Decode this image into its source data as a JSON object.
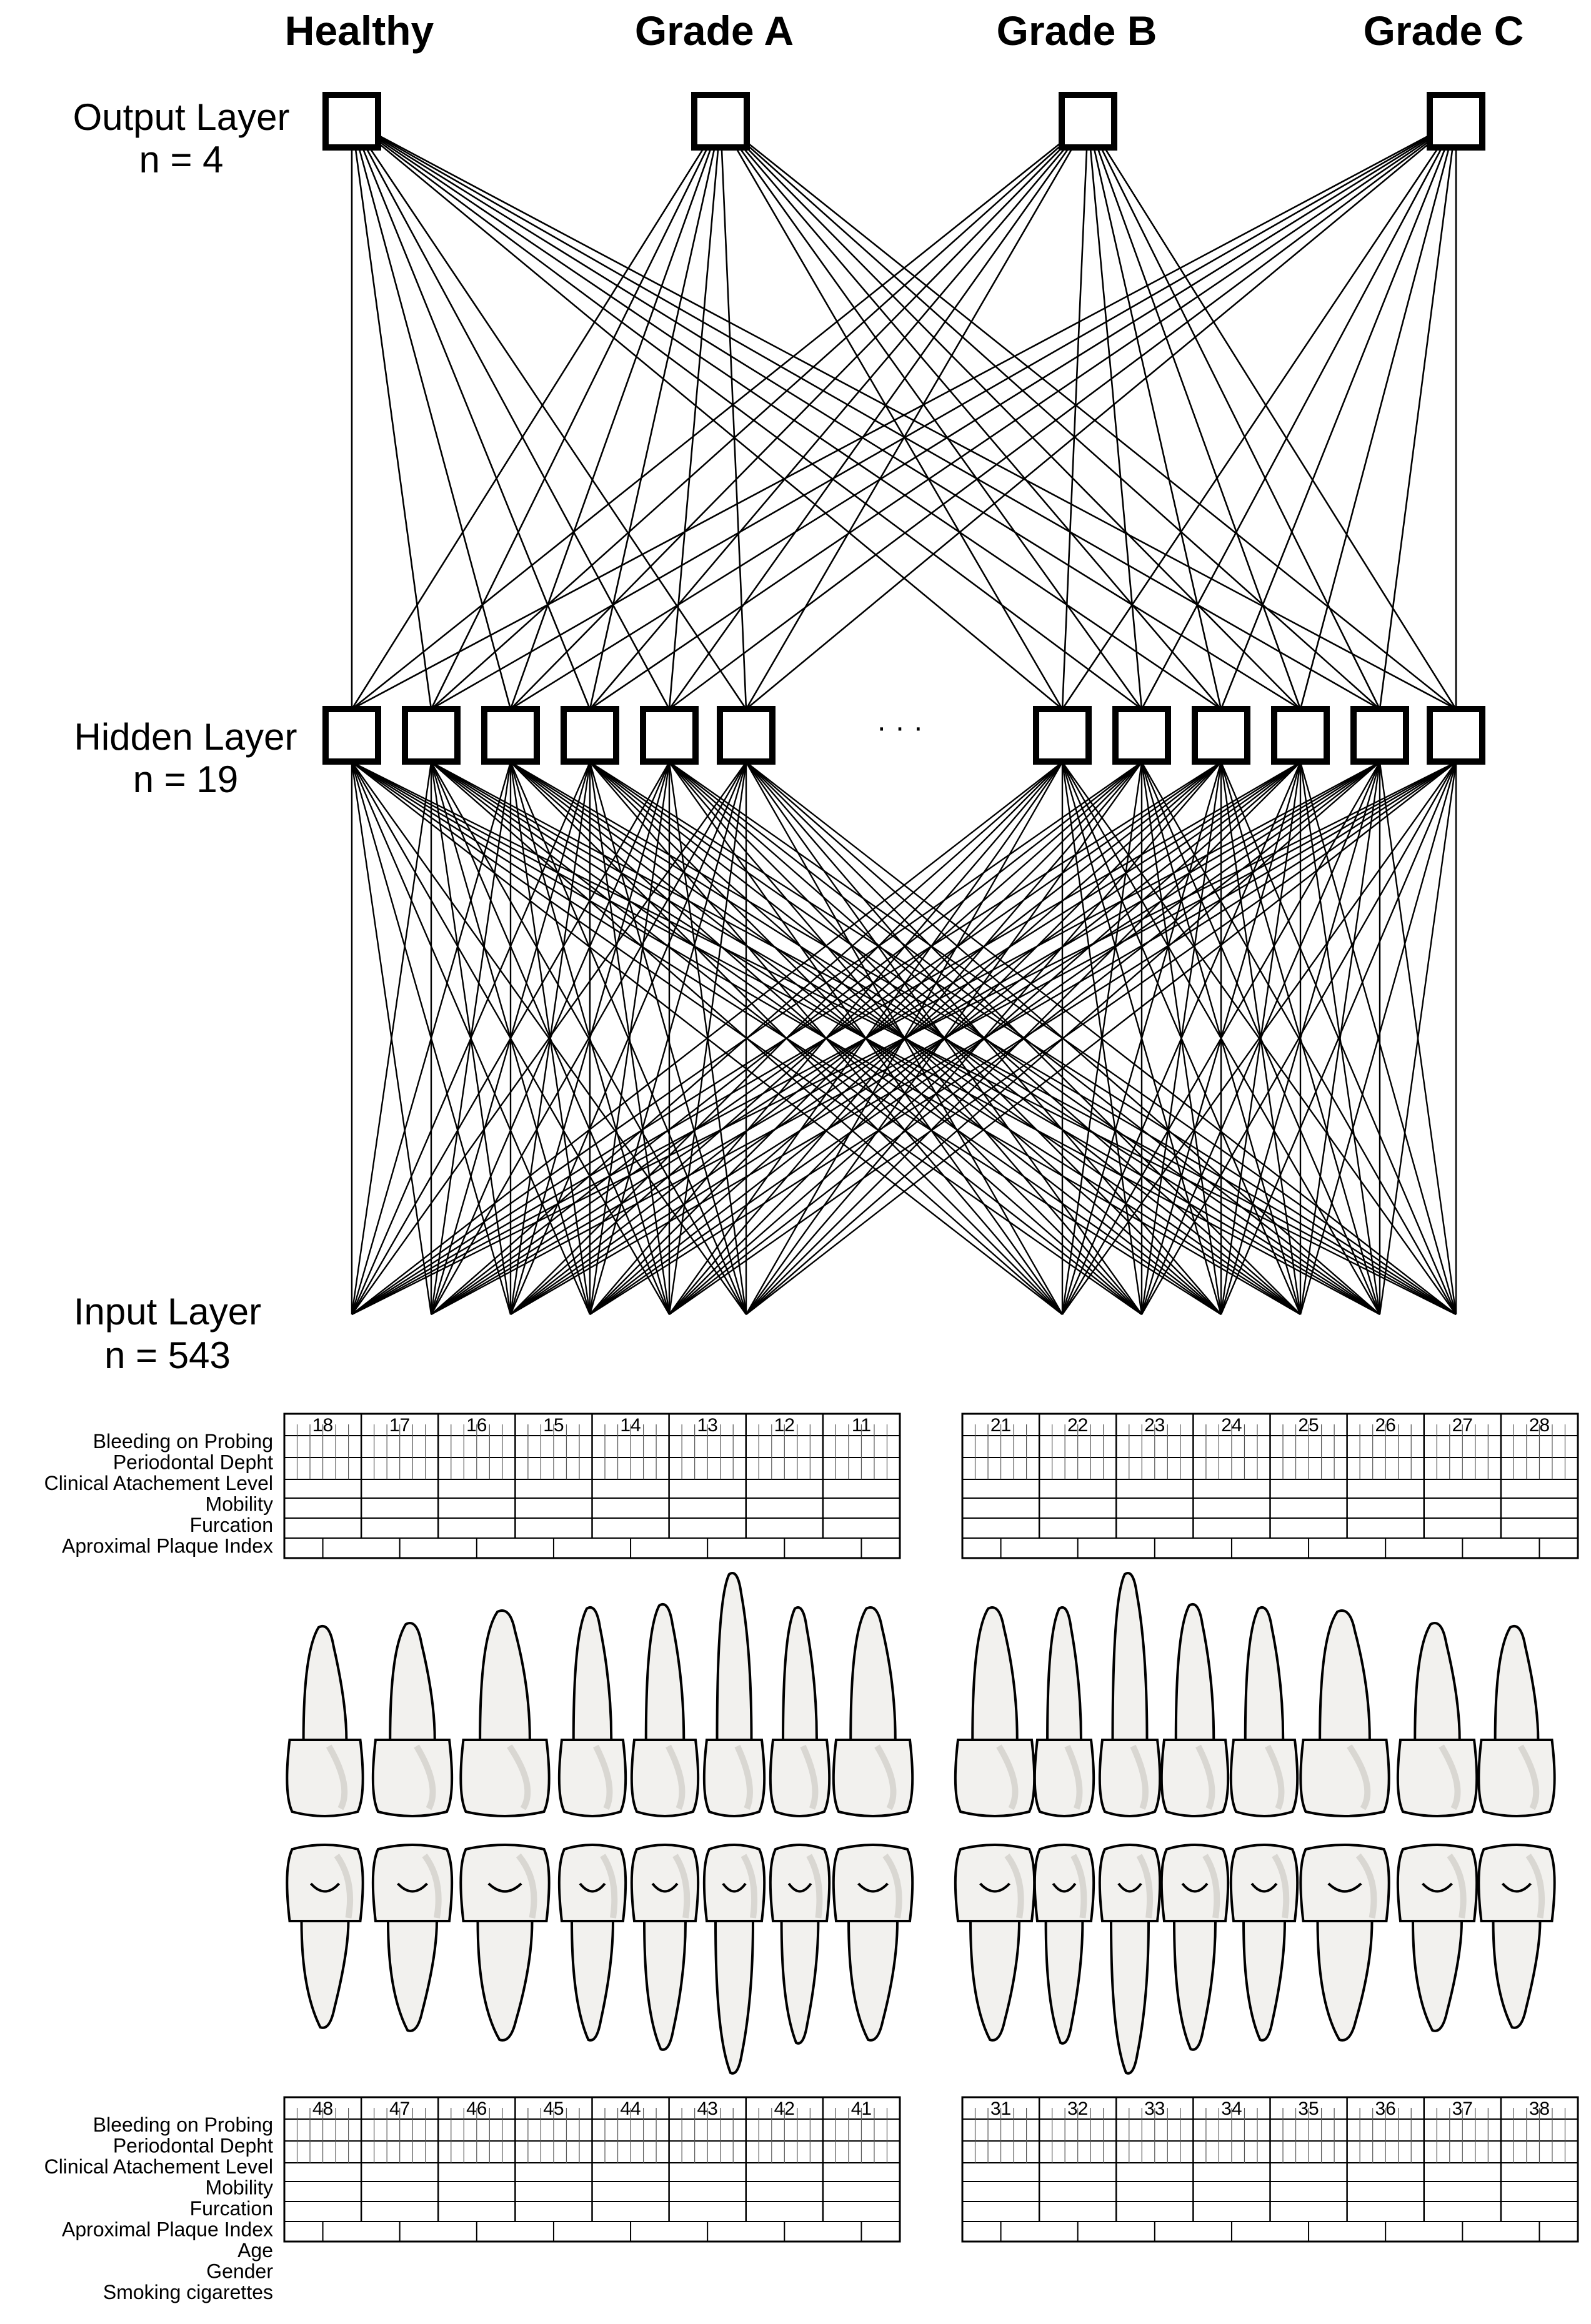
{
  "output_classes": [
    "Healthy",
    "Grade A",
    "Grade B",
    "Grade C"
  ],
  "layers": {
    "output": {
      "title": "Output Layer",
      "count": "n = 4"
    },
    "hidden": {
      "title": "Hidden Layer",
      "count": "n = 19",
      "ellipsis": "· · ·"
    },
    "input": {
      "title": "Input Layer",
      "count": "n = 543"
    }
  },
  "network": {
    "output_nodes": 4,
    "hidden_nodes_shown": 12,
    "input_endpoints": 12
  },
  "upper_chart": {
    "row_labels": [
      "Bleeding on Probing",
      "Periodontal Depht",
      "Clinical Atachement Level",
      "Mobility",
      "Furcation",
      "Aproximal Plaque Index"
    ],
    "right_quadrant_teeth": [
      "18",
      "17",
      "16",
      "15",
      "14",
      "13",
      "12",
      "11"
    ],
    "left_quadrant_teeth": [
      "21",
      "22",
      "23",
      "24",
      "25",
      "26",
      "27",
      "28"
    ]
  },
  "lower_chart": {
    "row_labels": [
      "Bleeding on Probing",
      "Periodontal Depht",
      "Clinical Atachement Level",
      "Mobility",
      "Furcation",
      "Aproximal Plaque Index",
      "Age",
      "Gender",
      "Smoking cigarettes"
    ],
    "right_quadrant_teeth": [
      "48",
      "47",
      "46",
      "45",
      "44",
      "43",
      "42",
      "41"
    ],
    "left_quadrant_teeth": [
      "31",
      "32",
      "33",
      "34",
      "35",
      "36",
      "37",
      "38"
    ]
  },
  "colors": {
    "ink": "#000000",
    "tooth_fill": "#f2f1ee",
    "tooth_shade": "#d9d7d2"
  }
}
